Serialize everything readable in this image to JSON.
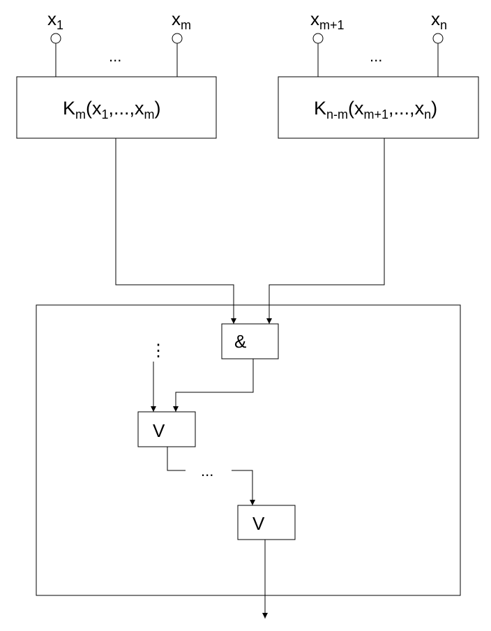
{
  "inputs_left": {
    "first": {
      "base": "x",
      "sub": "1"
    },
    "last": {
      "base": "x",
      "sub": "m"
    },
    "ellipsis": "..."
  },
  "inputs_right": {
    "first": {
      "base": "x",
      "sub": "m+1"
    },
    "last": {
      "base": "x",
      "sub": "n"
    },
    "ellipsis": "..."
  },
  "block_left": {
    "name": "K",
    "name_sub": "m",
    "open": "(",
    "arg_first": "x",
    "arg_first_sub": "1",
    "sep": ",...,",
    "arg_last": "x",
    "arg_last_sub": "m",
    "close": ")"
  },
  "block_right": {
    "name": "K",
    "name_sub": "n-m",
    "open": "(",
    "arg_first": "x",
    "arg_first_sub": "m+1",
    "sep": ",...,",
    "arg_last": "x",
    "arg_last_sub": "n",
    "close": ")"
  },
  "gates": {
    "and_label": "&",
    "or_label_1": "V",
    "or_label_2": "V",
    "vertical_ellipsis": "⋮",
    "chain_ellipsis": "..."
  },
  "colors": {
    "stroke": "#000000",
    "background": "#ffffff"
  }
}
